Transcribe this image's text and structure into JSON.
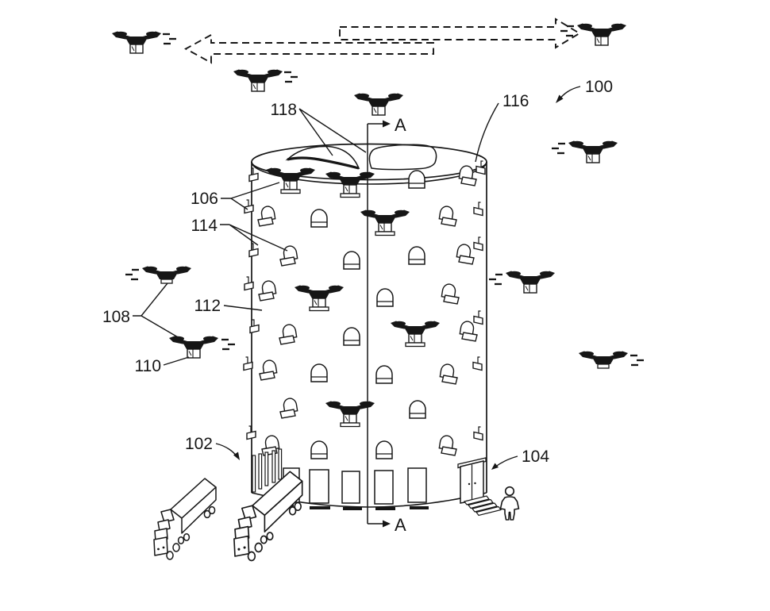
{
  "figure": {
    "reference_labels": {
      "l100": "100",
      "l102": "102",
      "l104": "104",
      "l106": "106",
      "l108": "108",
      "l110": "110",
      "l112": "112",
      "l114": "114",
      "l116": "116",
      "l118": "118"
    },
    "section_markers": {
      "top": "A",
      "bottom": "A"
    },
    "icons": {
      "drone": "delivery-drone",
      "truck": "semi-truck",
      "person": "person-figure",
      "door": "entrance-door",
      "window": "drone-portal-window",
      "flight_arrows": "dashed-flight-path-arrows"
    },
    "colors": {
      "ink": "#161616",
      "background": "#ffffff"
    }
  }
}
